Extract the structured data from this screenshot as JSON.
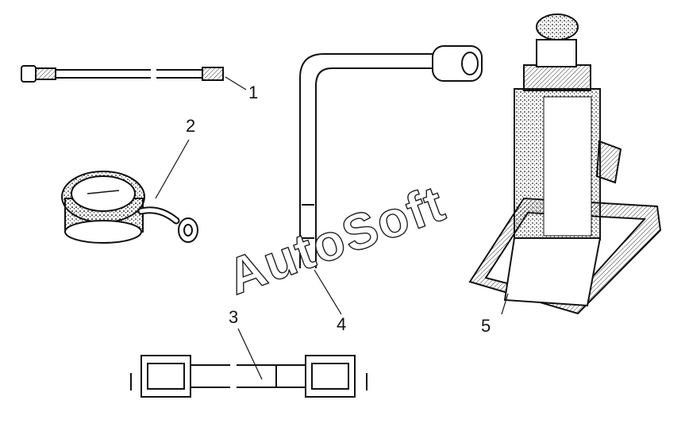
{
  "callouts": [
    "1",
    "2",
    "3",
    "4",
    "5"
  ],
  "watermark": "AutoSoft",
  "icons": [
    "hose-icon",
    "pressure-gauge-icon",
    "strap-icon",
    "wheel-wrench-icon",
    "bottle-jack-icon"
  ]
}
